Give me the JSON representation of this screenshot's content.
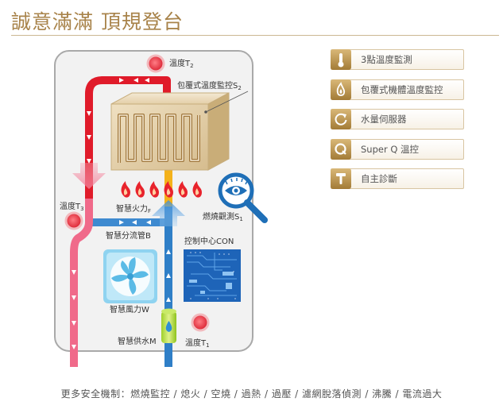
{
  "page": {
    "title": "誠意滿滿 頂規登台",
    "footer": "更多安全機制：燃燒監控 / 熄火 / 空燒 / 過熱 / 過壓 / 濾網脫落偵測 / 沸騰 / 電流過大"
  },
  "diagram": {
    "temp_t2": "溫度T",
    "temp_t2_sub": "2",
    "heat_exchanger": "包覆式溫度監控S",
    "heat_exchanger_sub": "2",
    "temp_t3": "溫度T",
    "temp_t3_sub": "3",
    "smart_fire": "智慧火力",
    "smart_fire_sub": "F",
    "combustion_observe": "燃燒觀測S",
    "combustion_observe_sub": "1",
    "smart_bypass": "智慧分流管B",
    "control_center": "控制中心CON",
    "smart_fan": "智慧風力W",
    "smart_water": "智慧供水M",
    "temp_t1": "溫度T",
    "temp_t1_sub": "1"
  },
  "features": [
    {
      "label": "3點溫度監測",
      "icon": "thermometer-icon"
    },
    {
      "label": "包覆式機體溫度監控",
      "icon": "flame-icon"
    },
    {
      "label": "水量伺服器",
      "icon": "refresh-cycle-icon"
    },
    {
      "label": "Super Q 溫控",
      "icon": "letter-q-icon"
    },
    {
      "label": "自主診斷",
      "icon": "wrench-icon"
    }
  ],
  "colors": {
    "title": "#a8834a",
    "hot_pipe": "#e01b2a",
    "cold_pipe": "#2f7fc7",
    "mixed_pipe": "#f06a8a",
    "icon_bg": "#b8924a"
  }
}
